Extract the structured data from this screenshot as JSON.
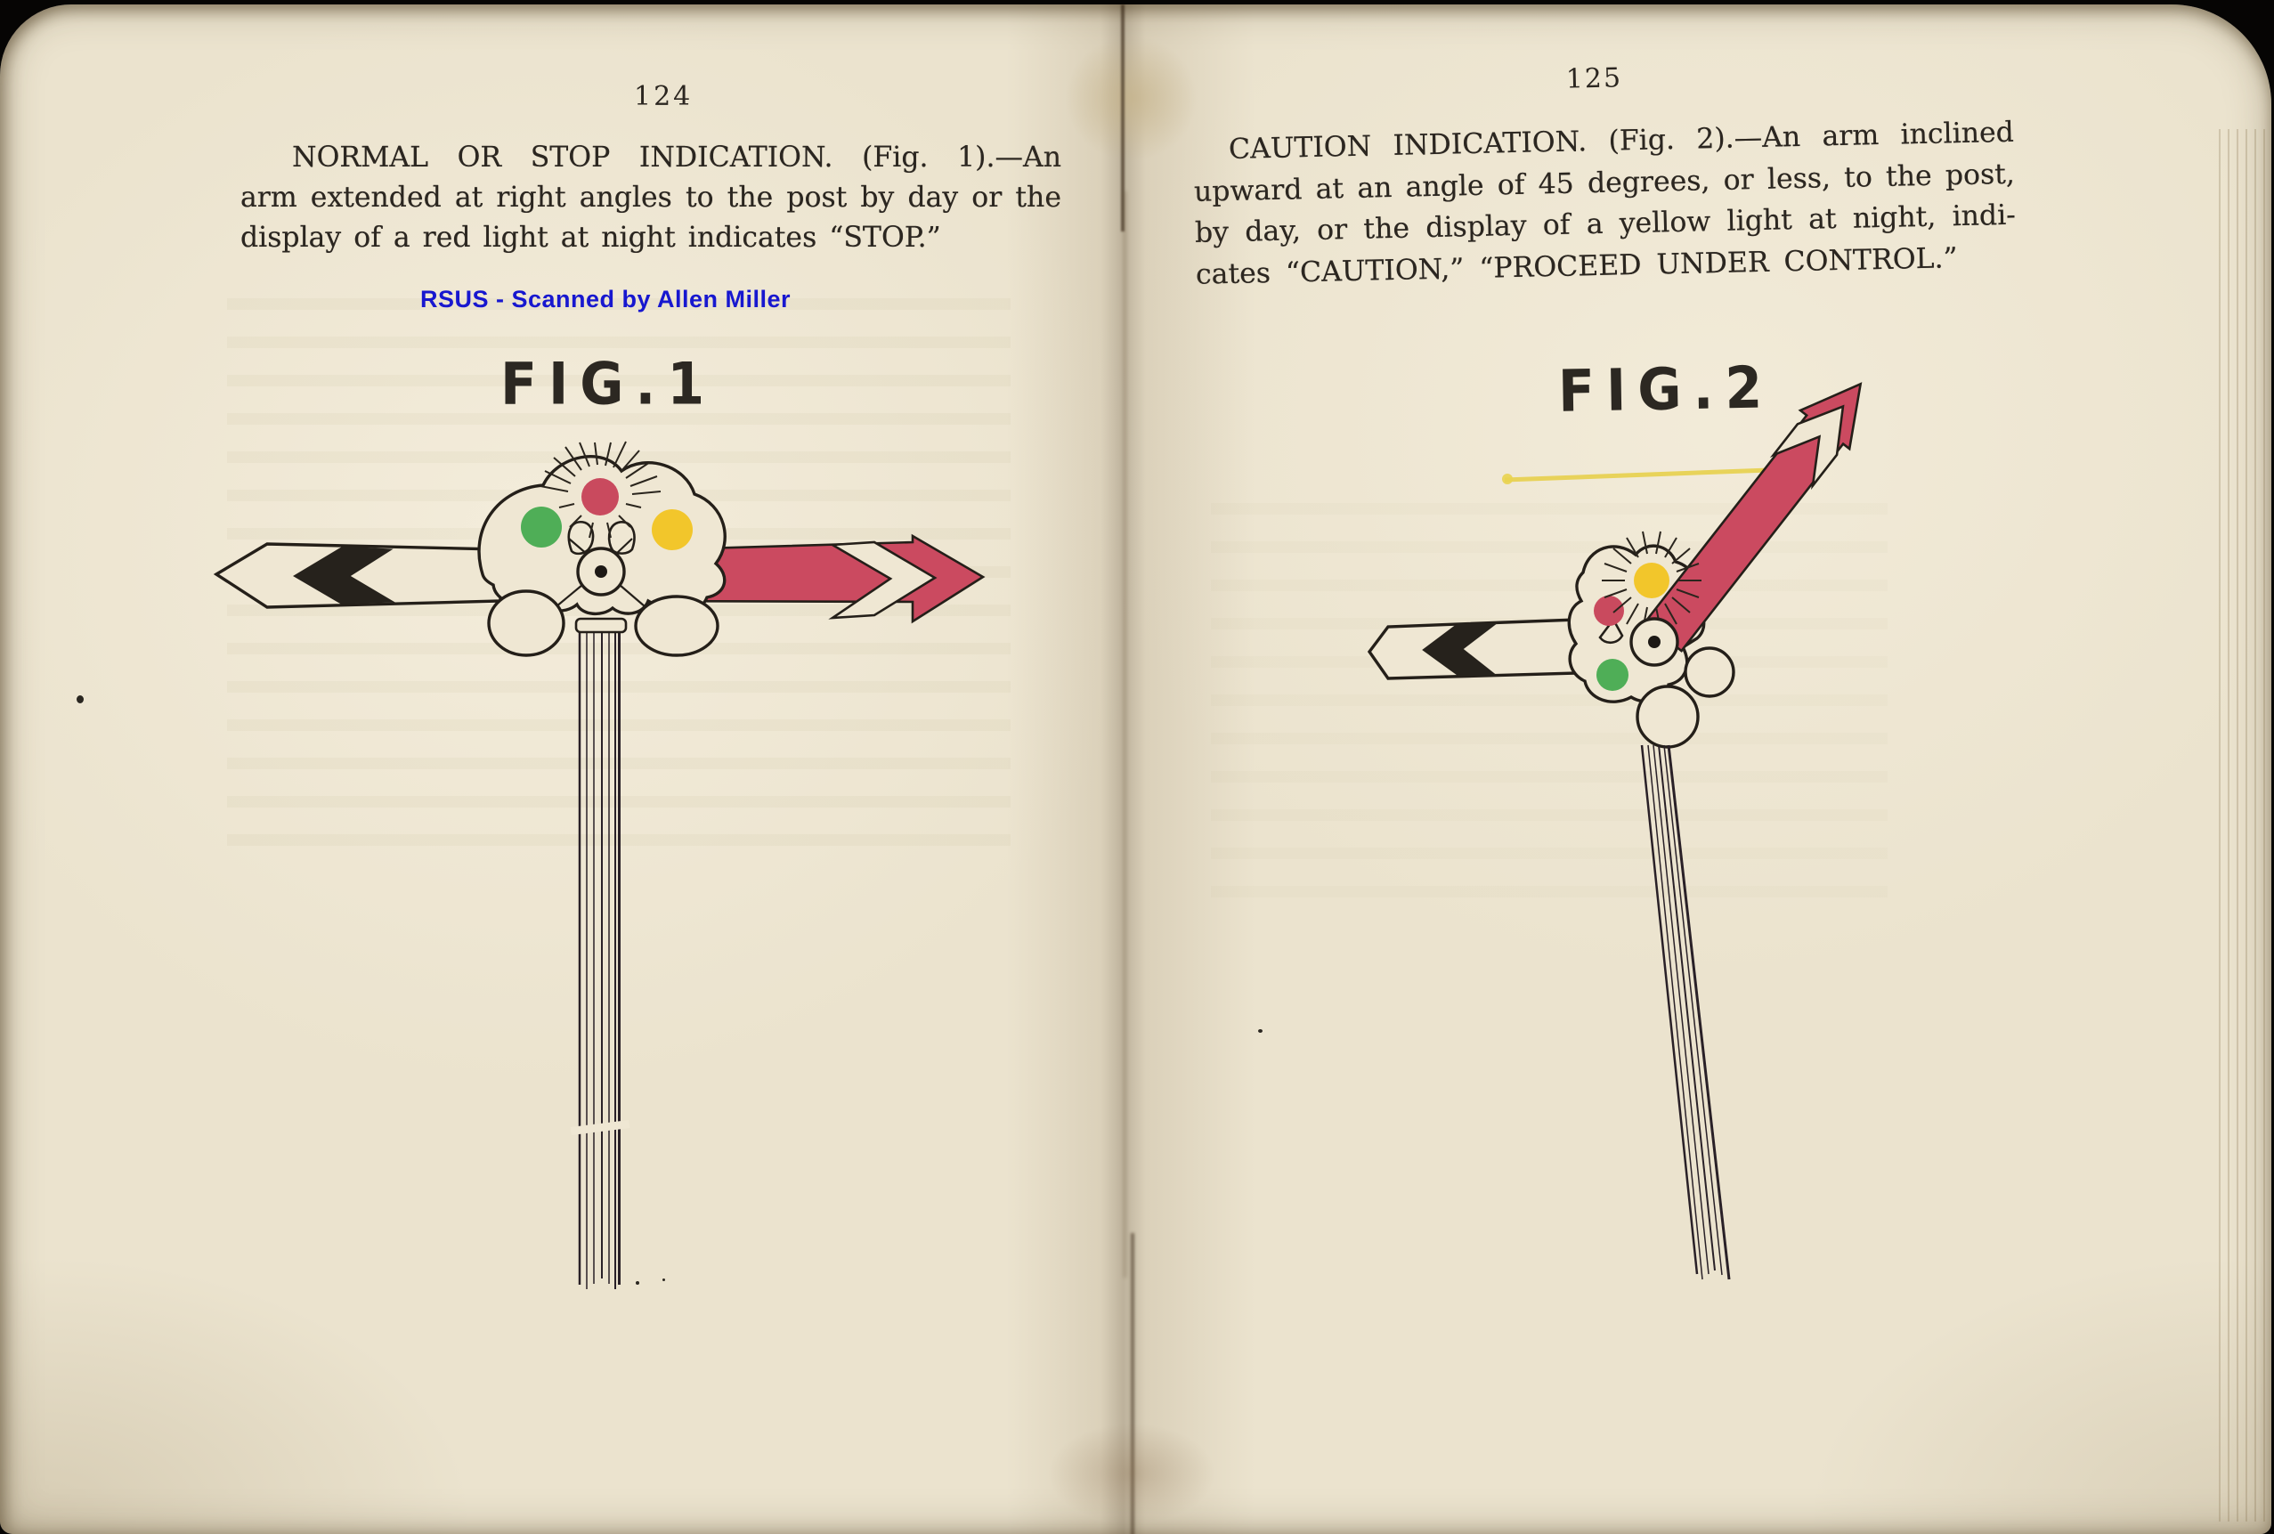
{
  "palette": {
    "paper": "#ebe3ce",
    "paper_bright": "#f3ecd9",
    "paper_fill": "#efe7d3",
    "background": "#060504",
    "ink": "#2b2620",
    "line_ink": "#241f19",
    "arm_red": "#cb4a60",
    "lens_red": "#c94a5e",
    "lens_green": "#4fae57",
    "lens_yellow": "#f2c62b",
    "scan_credit_blue": "#1717cf"
  },
  "book": {
    "left_page": {
      "page_number": "124",
      "paragraph_lines": [
        "NORMAL OR STOP INDICATION.  (Fig. 1).—An",
        "arm extended at right angles to the post by day or the",
        "display of a red light at night indicates “STOP.”"
      ],
      "scan_credit": "RSUS - Scanned by Allen Miller",
      "figure_label": "FIG.1",
      "figure": {
        "type": "semaphore-signal",
        "arm_position": "horizontal",
        "indication": "stop",
        "lit_lamp": "red",
        "lens_colors_left_to_right": [
          "green",
          "red",
          "yellow"
        ]
      }
    },
    "right_page": {
      "page_number": "125",
      "paragraph_lines": [
        "CAUTION INDICATION.  (Fig. 2).—An arm inclined",
        "upward at an angle of 45 degrees, or less, to the post,",
        "by day, or the display of a yellow light at night, indi-",
        "cates “CAUTION,” “PROCEED UNDER CONTROL.”"
      ],
      "figure_label": "FIG.2",
      "figure": {
        "type": "semaphore-signal",
        "arm_position": "inclined-45-degrees",
        "indication": "caution",
        "lit_lamp": "yellow",
        "lens_colors": [
          "red",
          "yellow",
          "green"
        ]
      }
    }
  }
}
